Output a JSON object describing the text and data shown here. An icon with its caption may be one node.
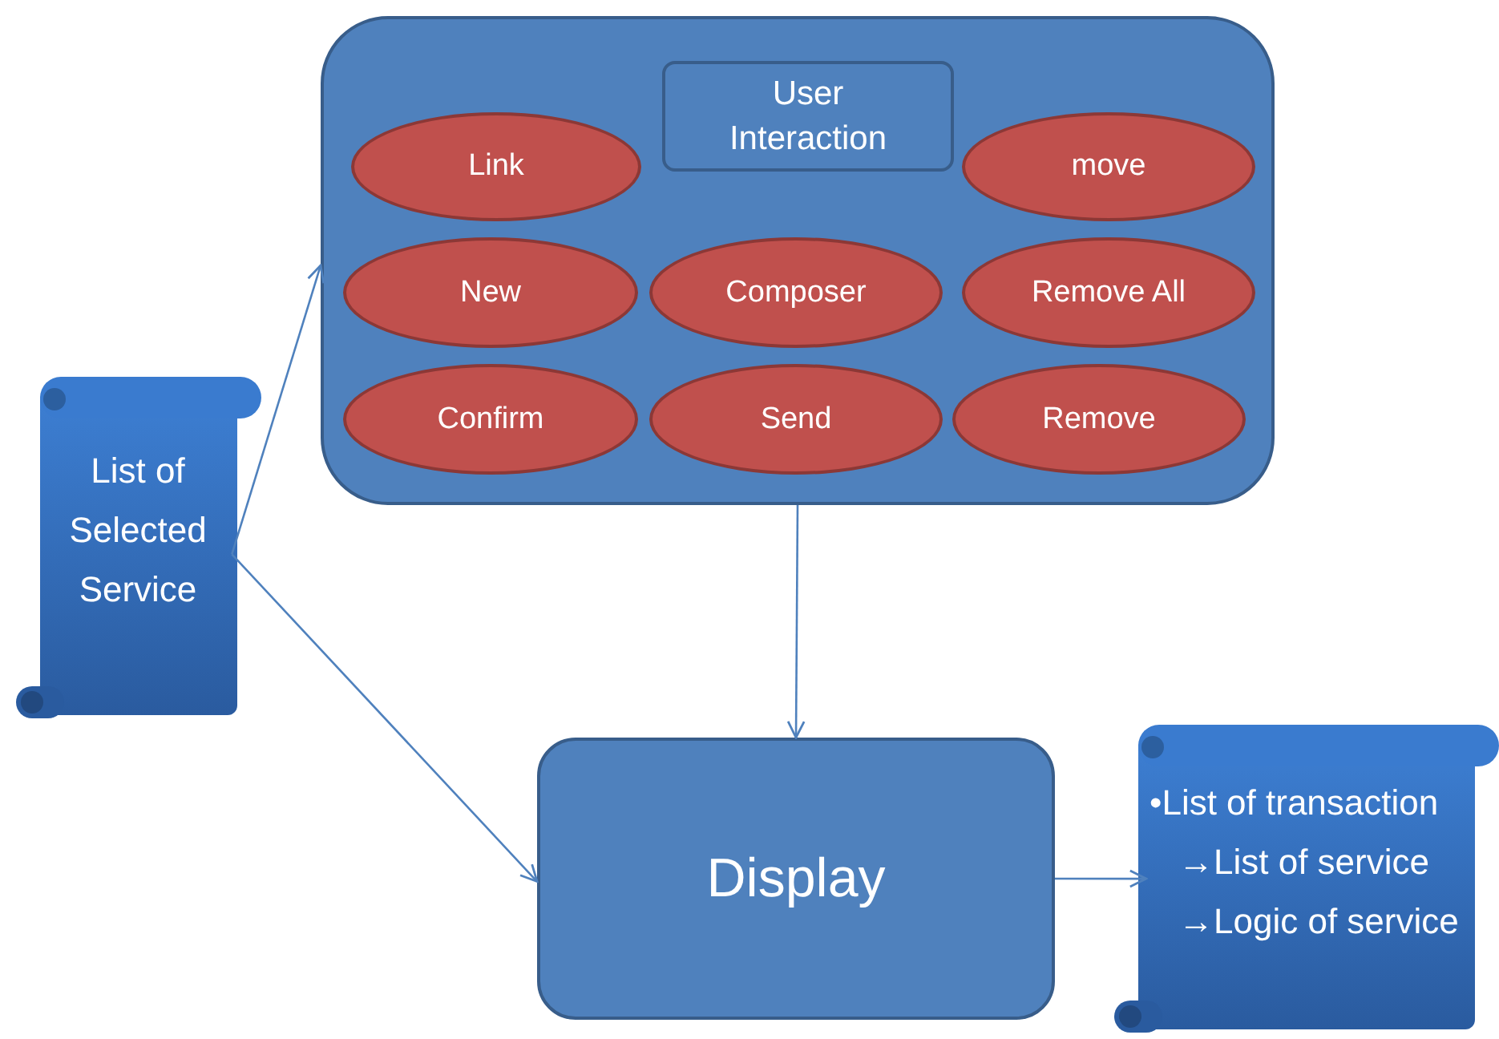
{
  "diagram": {
    "nodes": [
      {
        "text": [],
        "shape": "box"
      },
      {
        "text": [
          "User Interaction"
        ],
        "in": 0
      },
      {
        "text": [
          "Link"
        ],
        "in": 0
      },
      {
        "text": [
          "move"
        ],
        "in": 0
      },
      {
        "text": [
          "New"
        ],
        "in": 0
      },
      {
        "text": [
          "Composer"
        ],
        "in": 0
      },
      {
        "text": [
          "Remove All"
        ],
        "in": 0
      },
      {
        "text": [
          "Confirm"
        ],
        "in": 0
      },
      {
        "text": [
          "Send"
        ],
        "in": 0
      },
      {
        "text": [
          "Remove"
        ],
        "in": 0
      },
      {
        "text": [
          "List of Selected Service"
        ]
      },
      {
        "text": [
          "Display"
        ]
      },
      {
        "text": [
          "•List of transaction",
          "→List of service",
          "→Logic of service"
        ]
      }
    ],
    "edges": [
      {
        "from": 10,
        "to": 0,
        "arrow": "to"
      },
      {
        "from": 10,
        "to": 11,
        "arrow": "to"
      },
      {
        "from": 0,
        "to": 11,
        "arrow": "to"
      },
      {
        "from": 11,
        "to": 12,
        "arrow": "to"
      }
    ]
  }
}
